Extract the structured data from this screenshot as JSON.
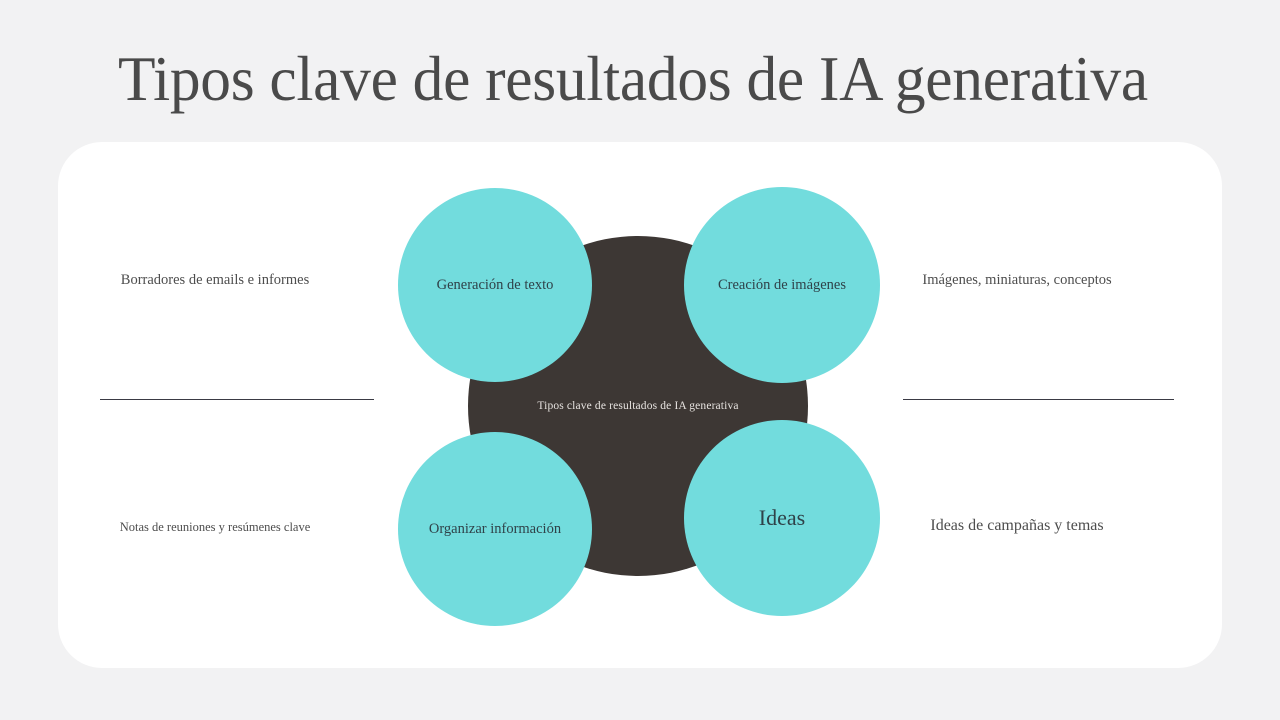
{
  "slide": {
    "title": "Tipos clave de resultados de IA generativa",
    "background_color": "#f2f2f3",
    "card_color": "#ffffff"
  },
  "diagram": {
    "hub": {
      "label": "Tipos clave de resultados de IA generativa",
      "color": "#3d3734",
      "text_color": "#e6e2df"
    },
    "node_color": "#72dcdd",
    "node_text_color": "#2f4249",
    "nodes": [
      {
        "id": "top-left",
        "label": "Generación de texto"
      },
      {
        "id": "top-right",
        "label": "Creación de imágenes"
      },
      {
        "id": "bottom-left",
        "label": "Organizar información"
      },
      {
        "id": "bottom-right",
        "label": "Ideas"
      }
    ]
  },
  "captions": {
    "top_left": "Borradores de emails e informes",
    "top_right": "Imágenes, miniaturas, conceptos",
    "bottom_left": "Notas de reuniones y resúmenes clave",
    "bottom_right": "Ideas de campañas y temas"
  }
}
